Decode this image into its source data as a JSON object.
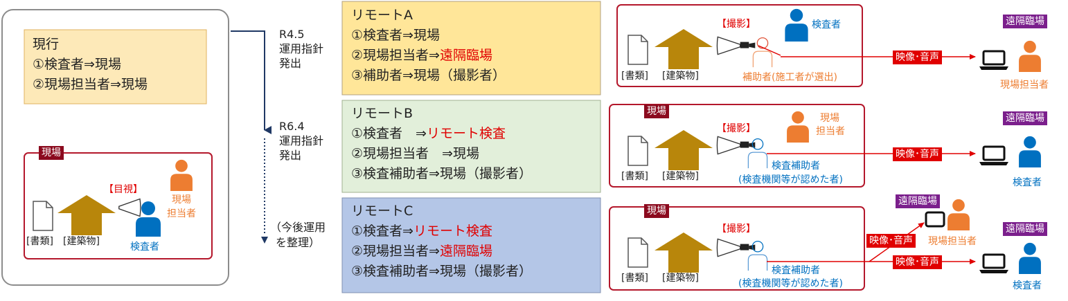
{
  "colors": {
    "blue_person": "#0070c0",
    "orange_person": "#ed7d31",
    "building": "#b8860b",
    "red": "#e00000",
    "dark_red_frame": "#b4172b",
    "box_yellow": "#ffe699",
    "box_green": "#e2efda",
    "box_blue": "#b4c6e7",
    "current_box": "#fde9b8"
  },
  "current": {
    "title": "現行",
    "line1": "①検査者⇒現場",
    "line2": "②現場担当者⇒現場",
    "site_tag": "現場",
    "visual_label": "【目視】",
    "documents": "[書類]",
    "building": "[建築物]",
    "inspector": "検査者",
    "site_person_line1": "現場",
    "site_person_line2": "担当者"
  },
  "timeline": {
    "r45_line1": "R4.5",
    "r45_line2": "運用指針",
    "r45_line3": "発出",
    "r64_line1": "R6.4",
    "r64_line2": "運用指針",
    "r64_line3": "発出",
    "future_line1": "（今後運用",
    "future_line2": "を整理）"
  },
  "remotes": [
    {
      "title": "リモートA",
      "l1_a": "①検査者⇒現場",
      "l1_b": "",
      "l2_a": "②現場担当者⇒",
      "l2_b": "遠隔臨場",
      "l3": "③補助者⇒現場（撮影者）"
    },
    {
      "title": "リモートB",
      "l1_a": "①検査者　⇒",
      "l1_b": "リモート検査",
      "l2_a": "②現場担当者　⇒現場",
      "l2_b": "",
      "l3": "③検査補助者⇒現場（撮影者）"
    },
    {
      "title": "リモートC",
      "l1_a": "①検査者⇒",
      "l1_b": "リモート検査",
      "l2_a": "②現場担当者⇒",
      "l2_b": "遠隔臨場",
      "l3": "③検査補助者⇒現場（撮影者）"
    }
  ],
  "scenes": {
    "a": {
      "shooting": "【撮影】",
      "inspector": "検査者",
      "documents": "[書類]",
      "building": "[建築物]",
      "assistant": "補助者(施工者が選出)",
      "av": "映像･音声",
      "remote_tag": "遠隔臨場",
      "remote_person": "現場担当者"
    },
    "b": {
      "site_tag": "現場",
      "shooting": "【撮影】",
      "site_person_line1": "現場",
      "site_person_line2": "担当者",
      "documents": "[書類]",
      "building": "[建築物]",
      "assistant_line1": "検査補助者",
      "assistant_line2": "(検査機関等が認めた者)",
      "av": "映像･音声",
      "remote_tag": "遠隔臨場",
      "remote_person": "検査者"
    },
    "c": {
      "site_tag": "現場",
      "shooting": "【撮影】",
      "documents": "[書類]",
      "building": "[建築物]",
      "assistant_line1": "検査補助者",
      "assistant_line2": "(検査機関等が認めた者)",
      "av_upper": "映像･音声",
      "av_lower": "映像･音声",
      "remote_tag_upper": "遠隔臨場",
      "remote_person_upper": "現場担当者",
      "remote_tag_lower": "遠隔臨場",
      "remote_person_lower": "検査者"
    }
  }
}
